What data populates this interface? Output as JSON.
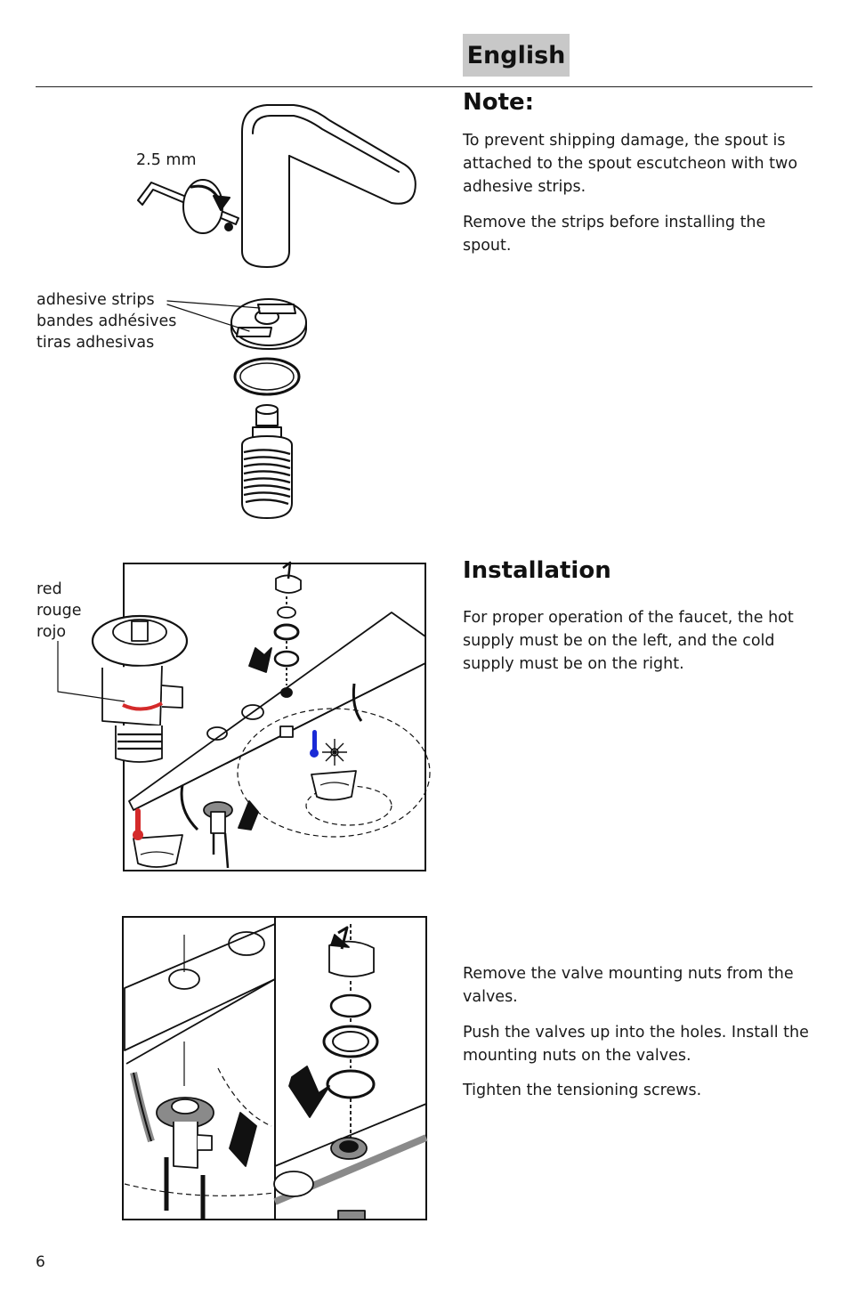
{
  "header": {
    "language_tab": "English"
  },
  "note": {
    "heading": "Note:",
    "paragraphs": [
      "To prevent shipping damage, the spout is attached to the spout escutcheon with two adhesive strips.",
      "Remove the strips before installing the spout."
    ]
  },
  "figure_spout": {
    "wrench_size": "2.5 mm",
    "strip_labels": [
      "adhesive strips",
      "bandes adhésives",
      "tiras adhesivas"
    ]
  },
  "installation": {
    "heading": "Installation",
    "paragraphs": [
      "For proper operation of the faucet, the hot supply must be on the left, and the cold supply must be on the right."
    ]
  },
  "figure_valves": {
    "red_labels": [
      "red",
      "rouge",
      "rojo"
    ],
    "colors": {
      "hot": "#d42a2a",
      "cold": "#1a2ad6",
      "line": "#111111",
      "grey": "#8a8a8a"
    }
  },
  "mounting": {
    "paragraphs": [
      "Remove the valve mounting nuts from the valves.",
      "Push the valves up into the holes.  Install the mounting nuts on the valves.",
      "Tighten the tensioning screws."
    ]
  },
  "footer": {
    "page_number": "6"
  }
}
